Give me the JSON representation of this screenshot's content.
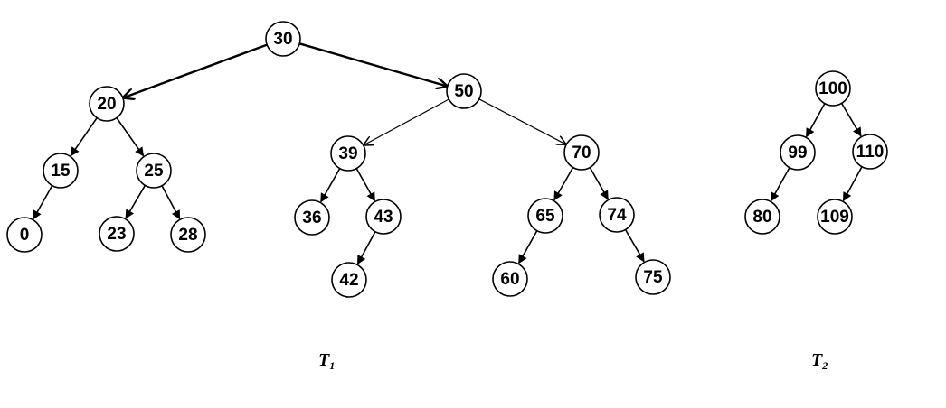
{
  "trees": [
    {
      "id": "t1",
      "caption": {
        "main": "T",
        "sub": "1"
      },
      "nodes": [
        {
          "id": "30",
          "label": "30"
        },
        {
          "id": "20",
          "label": "20"
        },
        {
          "id": "50",
          "label": "50"
        },
        {
          "id": "15",
          "label": "15"
        },
        {
          "id": "25",
          "label": "25"
        },
        {
          "id": "0",
          "label": "0"
        },
        {
          "id": "23",
          "label": "23"
        },
        {
          "id": "28",
          "label": "28"
        },
        {
          "id": "39",
          "label": "39"
        },
        {
          "id": "70",
          "label": "70"
        },
        {
          "id": "36",
          "label": "36"
        },
        {
          "id": "43",
          "label": "43"
        },
        {
          "id": "42",
          "label": "42"
        },
        {
          "id": "65",
          "label": "65"
        },
        {
          "id": "74",
          "label": "74"
        },
        {
          "id": "60",
          "label": "60"
        },
        {
          "id": "75",
          "label": "75"
        }
      ],
      "edges": [
        {
          "from": "30",
          "to": "20"
        },
        {
          "from": "30",
          "to": "50"
        },
        {
          "from": "20",
          "to": "15"
        },
        {
          "from": "20",
          "to": "25"
        },
        {
          "from": "15",
          "to": "0"
        },
        {
          "from": "25",
          "to": "23"
        },
        {
          "from": "25",
          "to": "28"
        },
        {
          "from": "50",
          "to": "39"
        },
        {
          "from": "50",
          "to": "70"
        },
        {
          "from": "39",
          "to": "36"
        },
        {
          "from": "39",
          "to": "43"
        },
        {
          "from": "43",
          "to": "42"
        },
        {
          "from": "70",
          "to": "65"
        },
        {
          "from": "70",
          "to": "74"
        },
        {
          "from": "65",
          "to": "60"
        },
        {
          "from": "74",
          "to": "75"
        }
      ]
    },
    {
      "id": "t2",
      "caption": {
        "main": "T",
        "sub": "2"
      },
      "nodes": [
        {
          "id": "100",
          "label": "100"
        },
        {
          "id": "99",
          "label": "99"
        },
        {
          "id": "110",
          "label": "110"
        },
        {
          "id": "80",
          "label": "80"
        },
        {
          "id": "109",
          "label": "109"
        }
      ],
      "edges": [
        {
          "from": "100",
          "to": "99"
        },
        {
          "from": "100",
          "to": "110"
        },
        {
          "from": "99",
          "to": "80"
        },
        {
          "from": "110",
          "to": "109"
        }
      ]
    }
  ]
}
